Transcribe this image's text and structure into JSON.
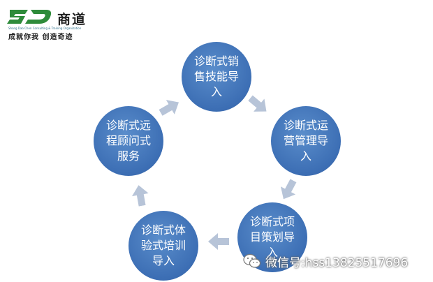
{
  "logo": {
    "mark": "SD",
    "name": "商道",
    "english": "Shang Dao Chen Consulting & Training Organization",
    "slogan": "成就你我 创造奇迹"
  },
  "diagram": {
    "nodes": [
      {
        "label": "诊断式销售技能导入"
      },
      {
        "label": "诊断式运营管理导入"
      },
      {
        "label": "诊断式项目策划导入"
      },
      {
        "label": "诊断式体验式培训导入"
      },
      {
        "label": "诊断式远程顾问式服务"
      }
    ]
  },
  "watermark": {
    "icon": "wechat-icon",
    "text": "微信号:hss13825517696"
  },
  "colors": {
    "node": "#3c6eb4",
    "arrow": "#b7c4d8",
    "logo_green": "#2e8b3a"
  }
}
